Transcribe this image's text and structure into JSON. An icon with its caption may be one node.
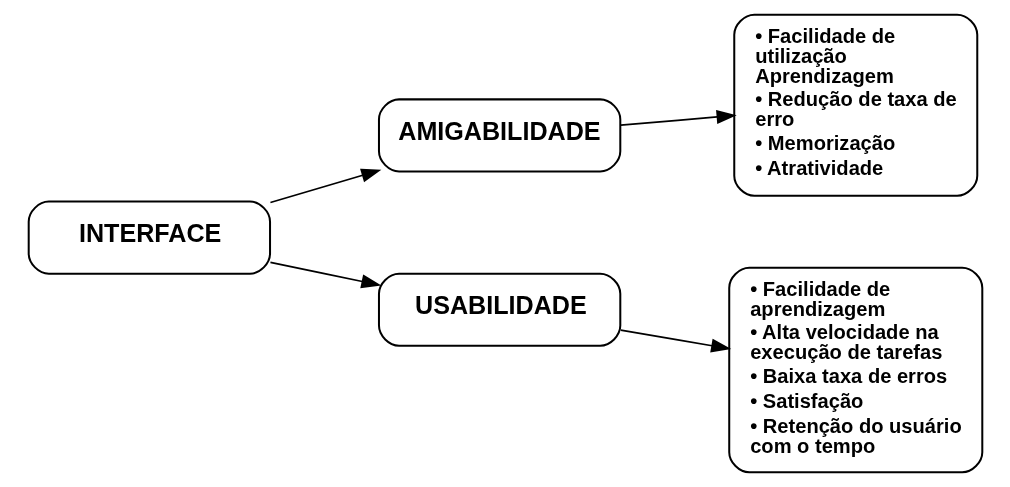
{
  "diagram": {
    "nodes": [
      {
        "text": [
          "INTERFACE"
        ]
      },
      {
        "text": [
          "AMIGABILIDADE"
        ]
      },
      {
        "text": [
          "USABILIDADE"
        ]
      },
      {
        "text": [
          "• Facilidade de utilização Aprendizagem",
          "• Redução de taxa de erro",
          "• Memorização",
          "• Atratividade"
        ]
      },
      {
        "text": [
          "• Facilidade de aprendizagem",
          "• Alta velocidade na execução de tarefas",
          "• Baixa taxa de erros",
          "• Satisfação",
          "• Retenção do usuário com o tempo"
        ]
      }
    ],
    "edges": [
      {
        "from": 0,
        "to": 1,
        "arrow": "to"
      },
      {
        "from": 0,
        "to": 2,
        "arrow": "to"
      },
      {
        "from": 1,
        "to": 3,
        "arrow": "to"
      },
      {
        "from": 2,
        "to": 4,
        "arrow": "to"
      }
    ]
  }
}
